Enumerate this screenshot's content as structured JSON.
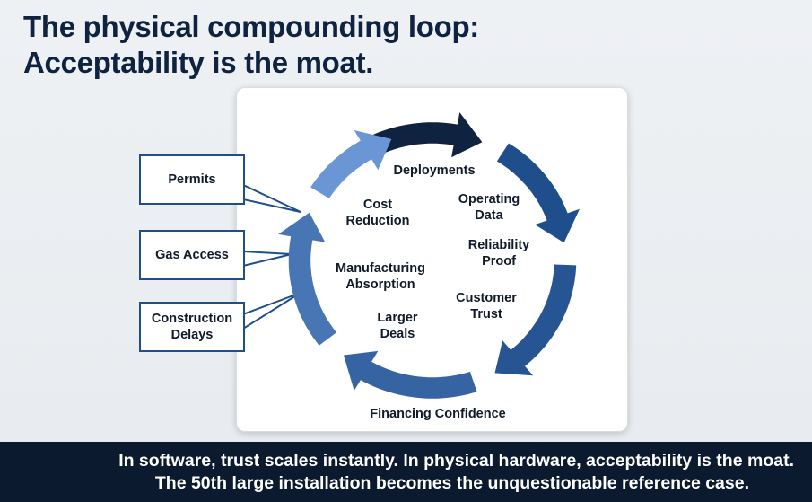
{
  "title": {
    "line1": "The physical compounding loop:",
    "line2": "Acceptability is the moat."
  },
  "loop": {
    "nodes": [
      {
        "id": "deployments",
        "lines": [
          "Deployments"
        ]
      },
      {
        "id": "operating-data",
        "lines": [
          "Operating",
          "Data"
        ]
      },
      {
        "id": "reliability-proof",
        "lines": [
          "Reliability",
          "Proof"
        ]
      },
      {
        "id": "customer-trust",
        "lines": [
          "Customer",
          "Trust"
        ]
      },
      {
        "id": "financing-confidence",
        "lines": [
          "Financing Confidence"
        ]
      },
      {
        "id": "larger-deals",
        "lines": [
          "Larger",
          "Deals"
        ]
      },
      {
        "id": "manufacturing-absorption",
        "lines": [
          "Manufacturing",
          "Absorption"
        ]
      },
      {
        "id": "cost-reduction",
        "lines": [
          "Cost",
          "Reduction"
        ]
      }
    ],
    "direction": "clockwise",
    "colors": {
      "dark": "#0f2240",
      "mid": "#1f4e8c",
      "light": "#6a96d6"
    }
  },
  "frictions": [
    {
      "id": "permits",
      "lines": [
        "Permits"
      ]
    },
    {
      "id": "gas-access",
      "lines": [
        "Gas Access"
      ]
    },
    {
      "id": "construction-delays",
      "lines": [
        "Construction",
        "Delays"
      ]
    }
  ],
  "banner": {
    "line1": "In software, trust scales instantly. In physical hardware, acceptability is the moat.",
    "line2": "The 50th large installation becomes the unquestionable reference case."
  }
}
